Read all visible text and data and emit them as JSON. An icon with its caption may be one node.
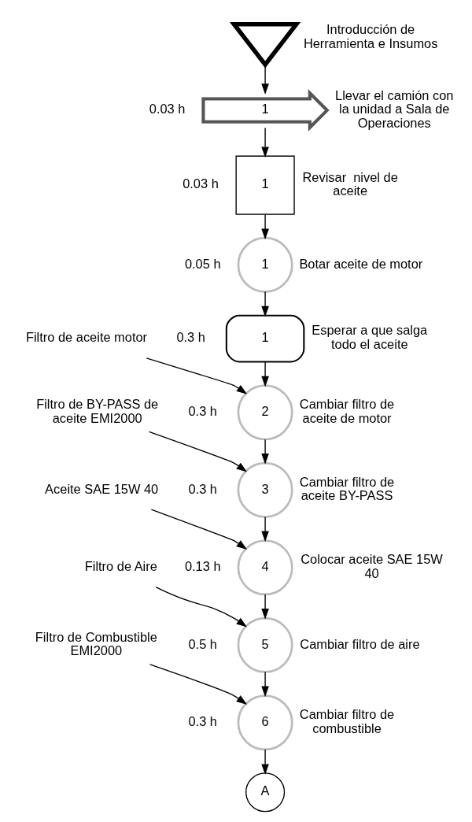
{
  "diagram": {
    "nodes": [
      {
        "text": [],
        "shape": "triangle",
        "beside": [
          "Introducción de Herramienta e Insumos"
        ]
      },
      {
        "text": [
          "1"
        ],
        "beside": [
          "0.03 h",
          "Llevar el camión con la unidad a Sala de Operaciones"
        ]
      },
      {
        "text": [
          "1"
        ],
        "beside": [
          "0.03 h",
          "Revisar  nivel de aceite"
        ]
      },
      {
        "text": [
          "1"
        ],
        "beside": [
          "0.05 h",
          "Botar aceite de motor"
        ]
      },
      {
        "text": [
          "1"
        ],
        "beside": [
          "0.3 h",
          "Esperar a que salga todo el aceite"
        ]
      },
      {
        "text": [
          "Filtro de aceite motor"
        ]
      },
      {
        "text": [
          "2"
        ],
        "beside": [
          "0.3 h",
          "Cambiar filtro de aceite de motor"
        ]
      },
      {
        "text": [
          "Filtro de BY-PASS de aceite EMI2000"
        ]
      },
      {
        "text": [
          "3"
        ],
        "beside": [
          "0.3 h",
          "Cambiar filtro de aceite BY-PASS"
        ]
      },
      {
        "text": [
          "Aceite SAE 15W 40"
        ]
      },
      {
        "text": [
          "4"
        ],
        "beside": [
          "0.13 h",
          "Colocar aceite SAE 15W 40"
        ]
      },
      {
        "text": [
          "Filtro de Aire"
        ]
      },
      {
        "text": [
          "5"
        ],
        "beside": [
          "0.5 h",
          "Cambiar filtro de aire"
        ]
      },
      {
        "text": [
          "Filtro de Combustible EMI2000"
        ]
      },
      {
        "text": [
          "6"
        ],
        "beside": [
          "0.3 h",
          "Cambiar filtro de combustible"
        ]
      },
      {
        "text": [
          "A"
        ]
      }
    ],
    "edges": [
      {
        "from": 0,
        "to": 1,
        "arrow": "to"
      },
      {
        "from": 1,
        "to": 2,
        "arrow": "to"
      },
      {
        "from": 2,
        "to": 3,
        "arrow": "to"
      },
      {
        "from": 3,
        "to": 4,
        "arrow": "to"
      },
      {
        "from": 4,
        "to": 6,
        "arrow": "to"
      },
      {
        "from": 5,
        "to": 6,
        "arrow": "to"
      },
      {
        "from": 6,
        "to": 8,
        "arrow": "to"
      },
      {
        "from": 7,
        "to": 8,
        "arrow": "to"
      },
      {
        "from": 8,
        "to": 10,
        "arrow": "to"
      },
      {
        "from": 9,
        "to": 10,
        "arrow": "to"
      },
      {
        "from": 10,
        "to": 12,
        "arrow": "to"
      },
      {
        "from": 11,
        "to": 12,
        "arrow": "to"
      },
      {
        "from": 12,
        "to": 14,
        "arrow": "to"
      },
      {
        "from": 13,
        "to": 14,
        "arrow": "to"
      },
      {
        "from": 14,
        "to": 15,
        "arrow": "to"
      }
    ]
  }
}
